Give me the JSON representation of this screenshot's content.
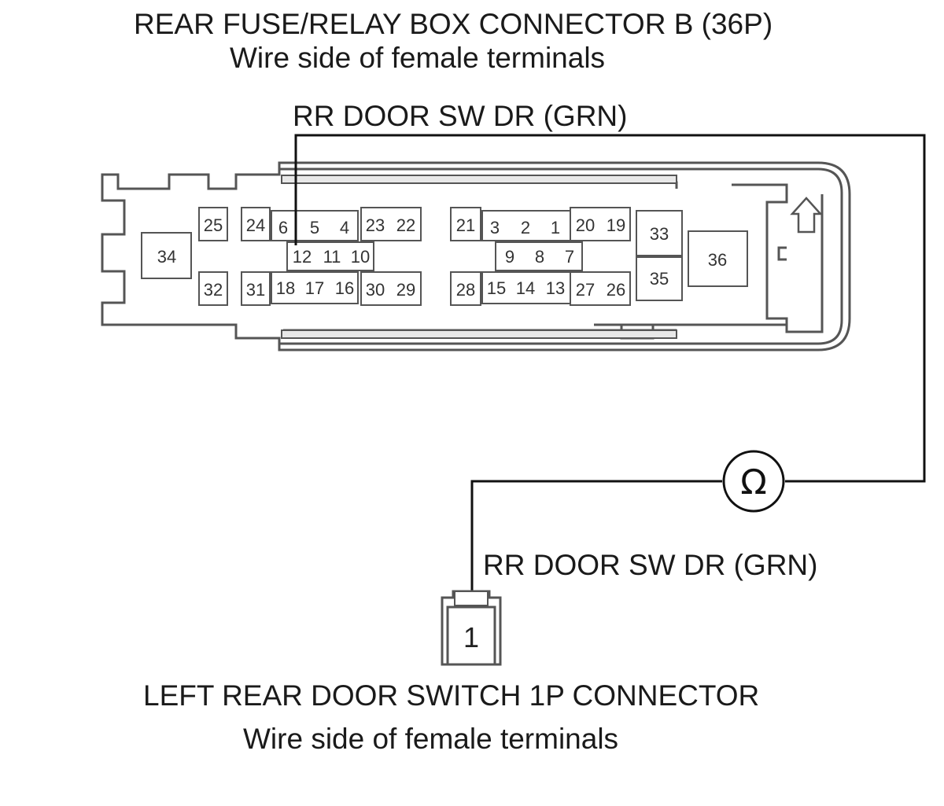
{
  "header": {
    "title": "REAR FUSE/RELAY BOX CONNECTOR B (36P)",
    "subtitle": "Wire side of female terminals"
  },
  "connector_b": {
    "wire_label": "RR DOOR SW DR (GRN)",
    "terminals": [
      "1",
      "2",
      "3",
      "4",
      "5",
      "6",
      "7",
      "8",
      "9",
      "10",
      "11",
      "12",
      "13",
      "14",
      "15",
      "16",
      "17",
      "18",
      "19",
      "20",
      "21",
      "22",
      "23",
      "24",
      "25",
      "26",
      "27",
      "28",
      "29",
      "30",
      "31",
      "32",
      "33",
      "34",
      "35",
      "36"
    ]
  },
  "meter": {
    "symbol": "Ω",
    "icon": "ohmmeter-icon"
  },
  "door_switch": {
    "wire_label": "RR DOOR SW DR (GRN)",
    "terminal": "1",
    "title": "LEFT REAR DOOR SWITCH 1P CONNECTOR",
    "subtitle": "Wire side of female terminals"
  }
}
